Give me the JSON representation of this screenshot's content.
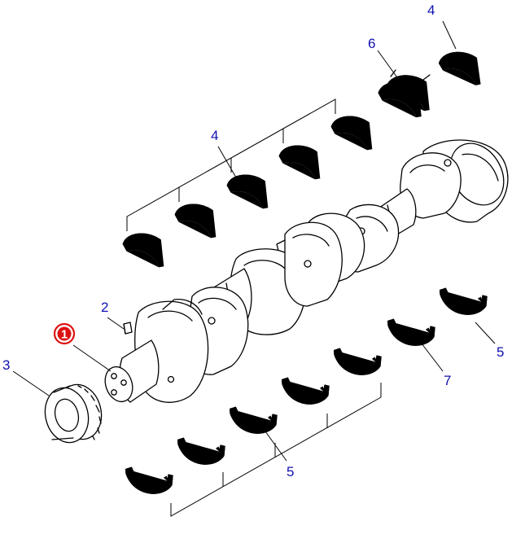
{
  "callouts": {
    "c1": "1",
    "c2": "2",
    "c3": "3",
    "c4_top": "4",
    "c4_mid": "4",
    "c5_right": "5",
    "c5_bottom": "5",
    "c6": "6",
    "c7": "7"
  },
  "colors": {
    "callout_text": "#1010b0",
    "highlight": "#dd1111",
    "line": "#000000"
  }
}
